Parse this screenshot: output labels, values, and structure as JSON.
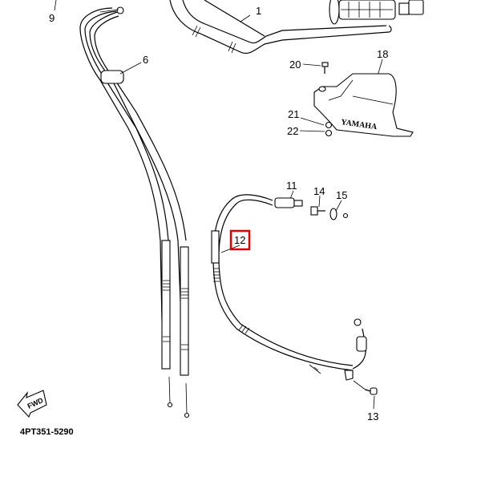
{
  "diagram": {
    "callouts": {
      "c1": "1",
      "c6": "6",
      "c9": "9",
      "c11": "11",
      "c12": "12",
      "c13": "13",
      "c14": "14",
      "c15": "15",
      "c18": "18",
      "c20": "20",
      "c21": "21",
      "c22": "22"
    },
    "highlighted_part": "12",
    "highlight_color": "#e00000",
    "diagram_code": "4PT351-5290",
    "fwd_label": "FWD",
    "brand_text": "YAMAHA"
  }
}
